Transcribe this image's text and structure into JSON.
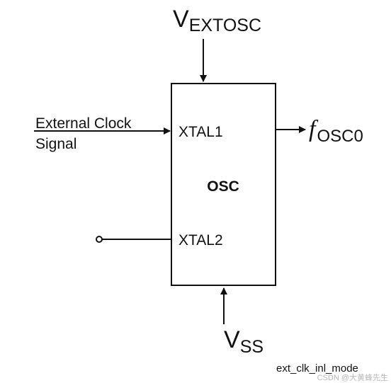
{
  "supply": {
    "main": "V",
    "sub": "EXTOSC"
  },
  "ground": {
    "main": "V",
    "sub": "SS"
  },
  "block": {
    "label": "OSC"
  },
  "pins": {
    "in1": "XTAL1",
    "in2": "XTAL2"
  },
  "input_signal": {
    "line1": "External Clock",
    "line2": "Signal"
  },
  "output": {
    "main": "f",
    "sub": "OSC0"
  },
  "figure_tag": "ext_clk_inl_mode",
  "watermark": "CSDN @大黄蜂先生",
  "colors": {
    "stroke": "#111111",
    "background": "#ffffff",
    "watermark": "#b8b8b8"
  }
}
